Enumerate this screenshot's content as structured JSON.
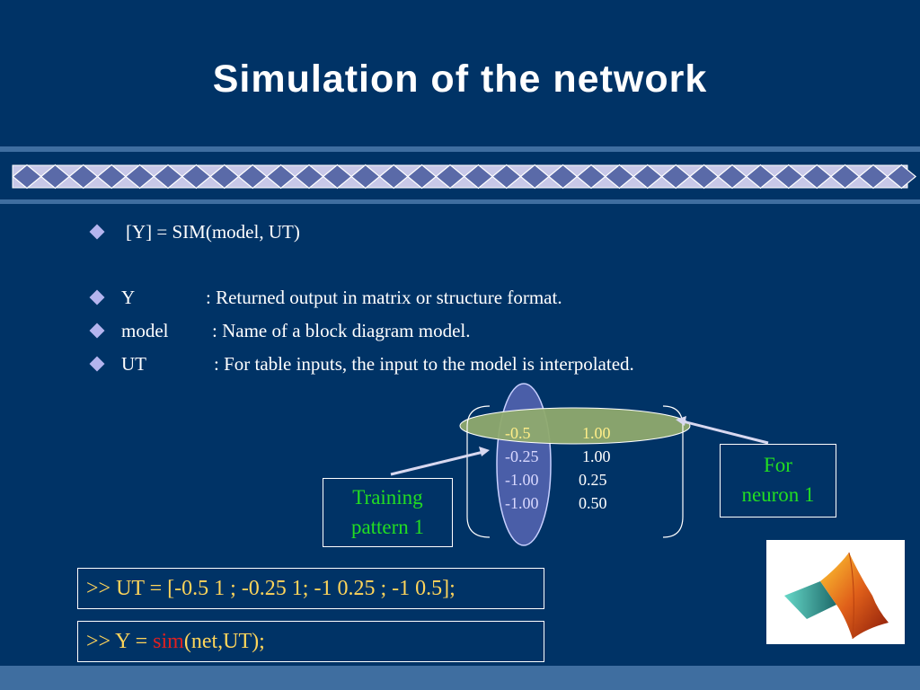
{
  "slide": {
    "title": "Simulation of the network"
  },
  "bullets": [
    {
      "term": "[Y] = SIM(model, UT)",
      "desc": ""
    },
    {
      "term": "Y",
      "desc": ": Returned output in matrix or structure format."
    },
    {
      "term": "model",
      "desc": ": Name of a block diagram model."
    },
    {
      "term": "UT",
      "desc": ": For table inputs, the input to the model is interpolated."
    }
  ],
  "matrix": {
    "rows": [
      [
        "-0.5",
        "1.00"
      ],
      [
        "-0.25",
        "1.00"
      ],
      [
        "-1.00",
        "0.25"
      ],
      [
        "-1.00",
        "0.50"
      ]
    ]
  },
  "labels": {
    "training_line1": "Training",
    "training_line2": "pattern 1",
    "neuron_line1": "For",
    "neuron_line2": "neuron 1"
  },
  "commands": {
    "ut_line": ">> UT = [-0.5 1 ; -0.25 1; -1 0.25 ; -1 0.5];",
    "y_prefix": ">> Y = ",
    "y_function": "sim",
    "y_suffix": "(net,UT);"
  },
  "colors": {
    "background": "#003366",
    "label_green": "#22dd22",
    "command_yellow": "#ffd55a",
    "function_red": "#e02020",
    "row_ellipse": "#8faa6e",
    "column_ellipse": "#4a5ea8"
  },
  "icons": {
    "bullet": "diamond-bullet-icon",
    "logo": "matlab-logo-icon"
  }
}
